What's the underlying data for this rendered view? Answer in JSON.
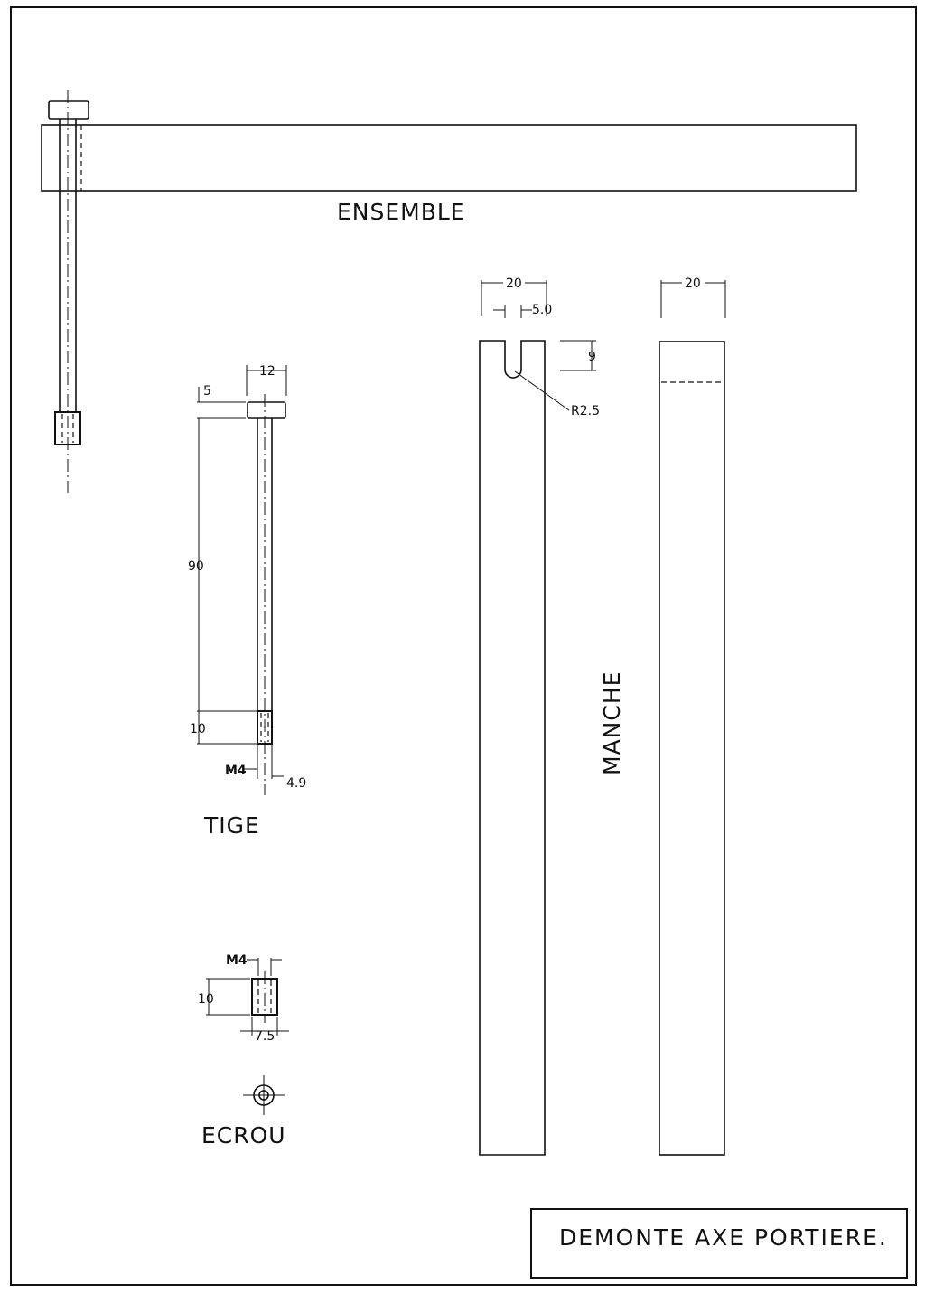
{
  "views": {
    "assembly": {
      "label": "ENSEMBLE"
    },
    "rod": {
      "label": "TIGE",
      "dims": {
        "head_width": "12",
        "head_height": "5",
        "shaft_length": "90",
        "thread_length": "10",
        "thread": "M4",
        "thread_diameter": "4.9"
      }
    },
    "nut": {
      "label": "ECROU",
      "dims": {
        "thread": "M4",
        "height": "10",
        "width": "7.5"
      }
    },
    "handle": {
      "label": "MANCHE",
      "dims": {
        "width_front": "20",
        "slot_width": "5.0",
        "slot_depth": "9",
        "slot_radius": "R2.5",
        "width_side": "20"
      }
    }
  },
  "title_block": {
    "title": "DEMONTE AXE PORTIERE."
  }
}
